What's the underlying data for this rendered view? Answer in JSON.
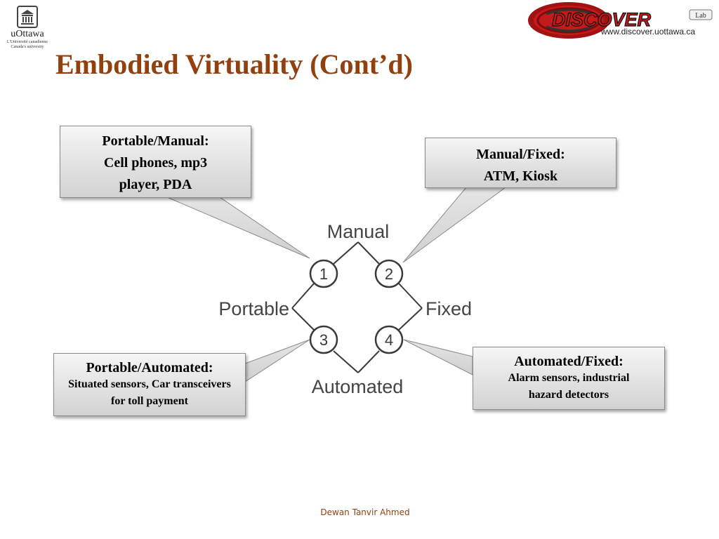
{
  "header": {
    "institution": {
      "name": "uOttawa",
      "tagline_fr": "L'Université canadienne",
      "tagline_en": "Canada's university"
    },
    "lab_logo": {
      "name": "DISCOVER",
      "badge": "Lab",
      "url": "www.discover.uottawa.ca"
    }
  },
  "slide": {
    "title": "Embodied Virtuality (Cont’d)"
  },
  "diagram": {
    "labels": {
      "top": "Manual",
      "bottom": "Automated",
      "left": "Portable",
      "right": "Fixed"
    },
    "nodes": [
      "1",
      "2",
      "3",
      "4"
    ]
  },
  "callouts": [
    {
      "head": "Portable/Manual:",
      "body": "Cell phones, mp3 player, PDA"
    },
    {
      "head": "Manual/Fixed:",
      "body": "ATM, Kiosk"
    },
    {
      "head": "Portable/Automated:",
      "body": "Situated sensors, Car transceivers for toll payment"
    },
    {
      "head": "Automated/Fixed:",
      "body": "Alarm sensors, industrial hazard detectors"
    }
  ],
  "footer": {
    "author": "Dewan Tanvir Ahmed"
  },
  "colors": {
    "title": "#93400f",
    "footer": "#93400f",
    "logo_red": "#c41a1a"
  }
}
